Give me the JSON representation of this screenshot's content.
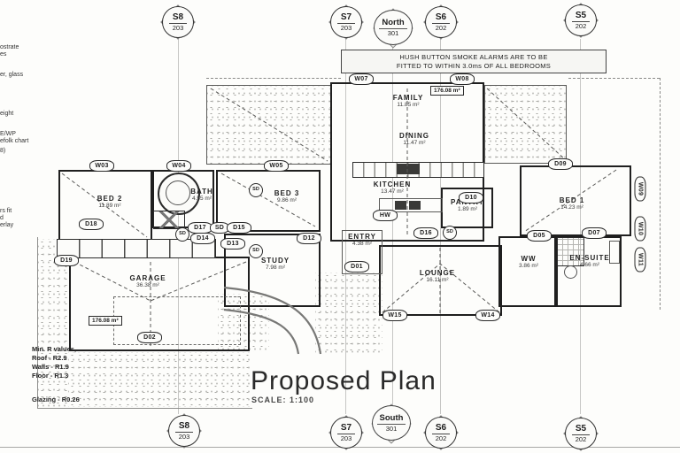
{
  "title": {
    "text": "Proposed Plan",
    "scale": "SCALE: 1:100"
  },
  "note": {
    "line1": "HUSH BUTTON SMOKE ALARMS ARE TO BE",
    "line2": "FITTED TO WITHIN 3.0ms OF ALL BEDROOMS"
  },
  "area_total_label": "176.08 m²",
  "sd_tag": "SD",
  "markers": {
    "top": [
      {
        "id": "S8",
        "sub": "203"
      },
      {
        "id": "S7",
        "sub": "203"
      },
      {
        "id": "S6",
        "sub": "202"
      },
      {
        "id": "S5",
        "sub": "202"
      }
    ],
    "bottom": [
      {
        "id": "S8",
        "sub": "203"
      },
      {
        "id": "S7",
        "sub": "203"
      },
      {
        "id": "S6",
        "sub": "202"
      },
      {
        "id": "S5",
        "sub": "202"
      }
    ],
    "north": {
      "id": "North",
      "sub": "301"
    },
    "south": {
      "id": "South",
      "sub": "301"
    }
  },
  "rooms": [
    {
      "name": "FAMILY",
      "area": "11.85 m²"
    },
    {
      "name": "DINING",
      "area": "11.47 m²"
    },
    {
      "name": "KITCHEN",
      "area": "13.47 m²"
    },
    {
      "name": "PANTRY",
      "area": "1.89 m²"
    },
    {
      "name": "BED 1",
      "area": "14.23 m²"
    },
    {
      "name": "BED 2",
      "area": "11.89 m²"
    },
    {
      "name": "BED 3",
      "area": "9.86 m²"
    },
    {
      "name": "BATH",
      "area": "4.55 m²"
    },
    {
      "name": "STUDY",
      "area": "7.98 m²"
    },
    {
      "name": "GARAGE",
      "area": "36.38 m²"
    },
    {
      "name": "LOUNGE",
      "area": "16.11 m²"
    },
    {
      "name": "ENTRY",
      "area": "4.38 m²"
    },
    {
      "name": "WW",
      "area": "3.86 m²"
    },
    {
      "name": "EN-SUITE",
      "area": "4.66 m²"
    }
  ],
  "tags": [
    "W07",
    "W08",
    "W03",
    "W04",
    "W05",
    "D09",
    "D10",
    "D16",
    "D17",
    "SD",
    "D15",
    "D14",
    "D18",
    "D13",
    "D12",
    "D05",
    "D07",
    "W09",
    "W10",
    "W11",
    "W15",
    "W14",
    "D02",
    "D19",
    "D01",
    "HW"
  ],
  "r_values": [
    "Min. R values,",
    "Roof - R2.9",
    "Walls - R1.9",
    "Floor - R1.3"
  ],
  "glazing": "Glazing - R0.26",
  "fragments": [
    "ostrate",
    "es",
    "er, glass",
    "eight",
    "E/WP",
    "efolk chart",
    "8)",
    "rs fit",
    "d",
    "erlay"
  ]
}
